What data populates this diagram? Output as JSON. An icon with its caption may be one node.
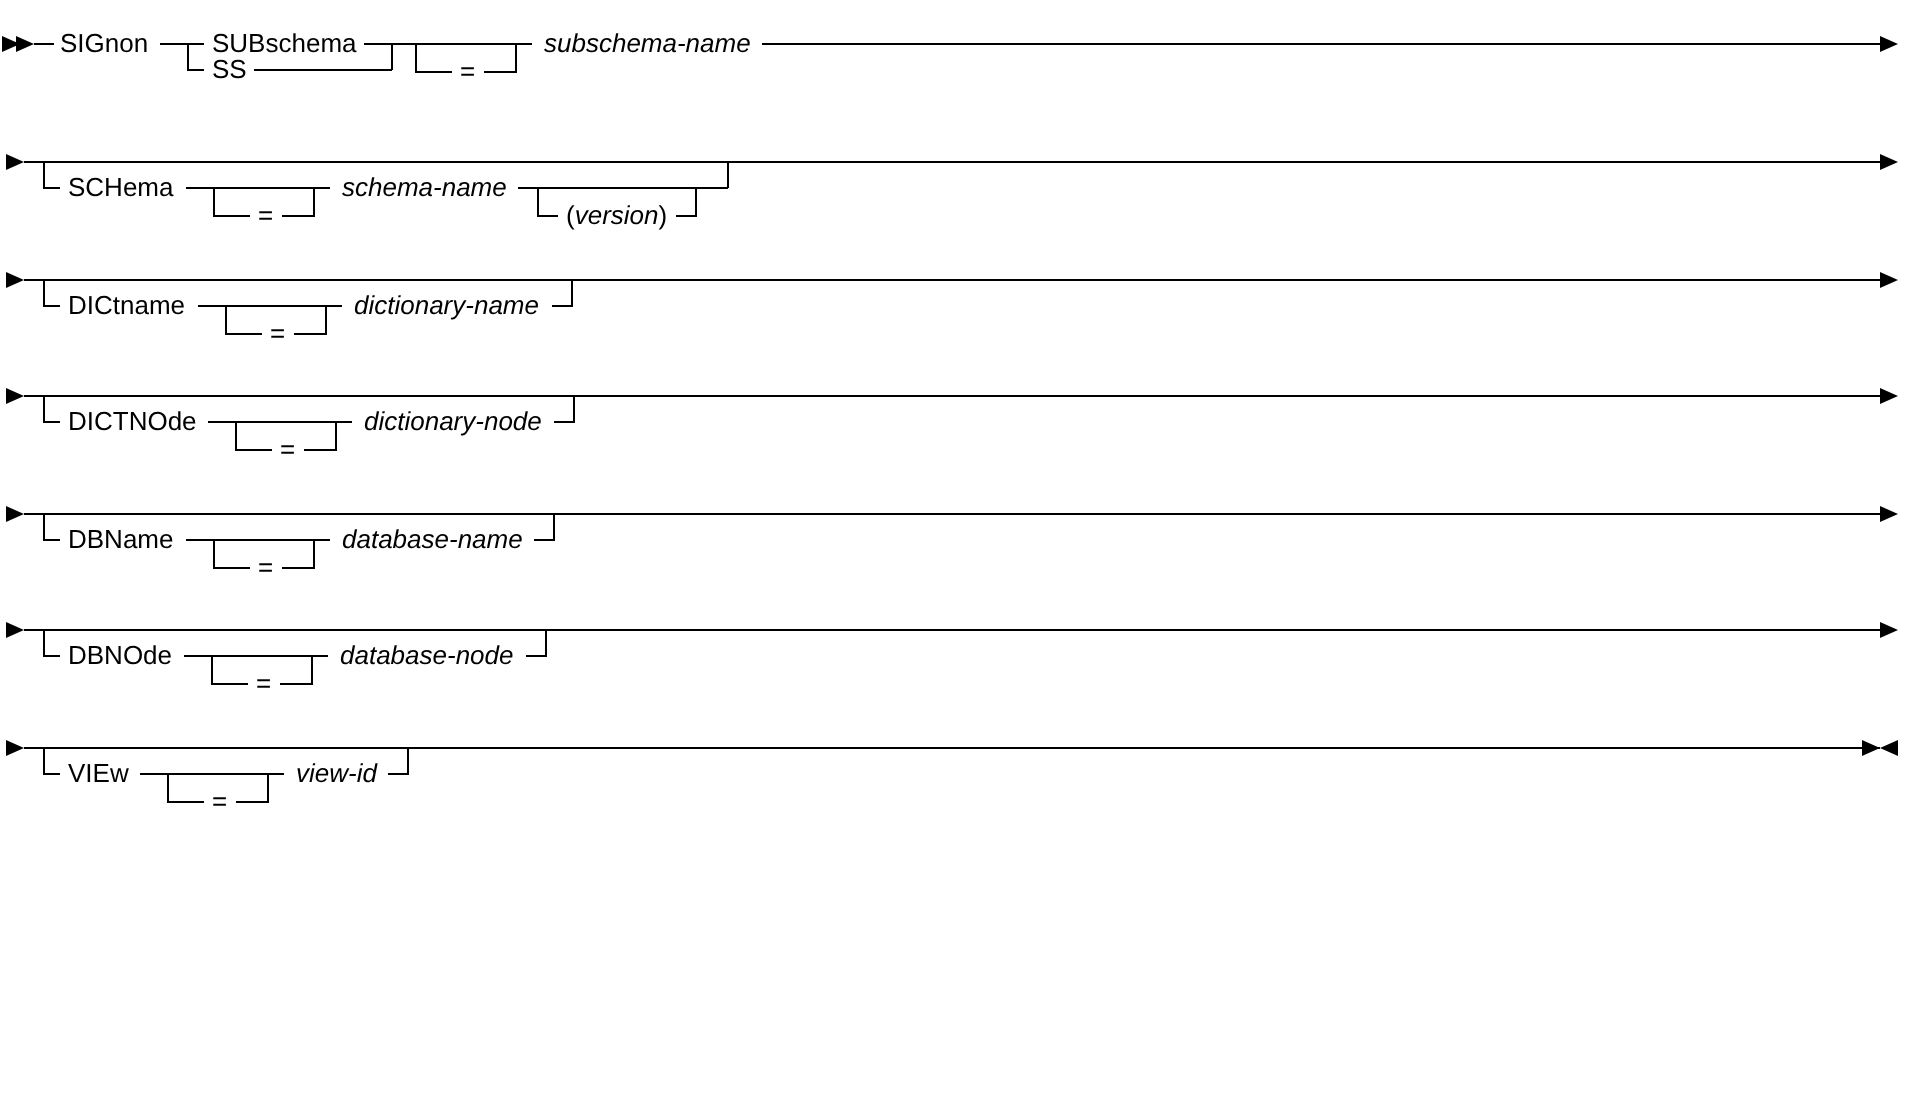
{
  "diagram": {
    "labels": [
      "SIGnon",
      "SUBschema",
      "SS",
      "=",
      "subschema-name",
      "SCHema",
      "=",
      "schema-name",
      "(*version*)",
      "DICtname",
      "=",
      "dictionary-name",
      "DICTNOde",
      "=",
      "dictionary-node",
      "DBName",
      "=",
      "database-name",
      "DBNOde",
      "=",
      "database-node",
      "VIEw",
      "=",
      "view-id"
    ]
  }
}
